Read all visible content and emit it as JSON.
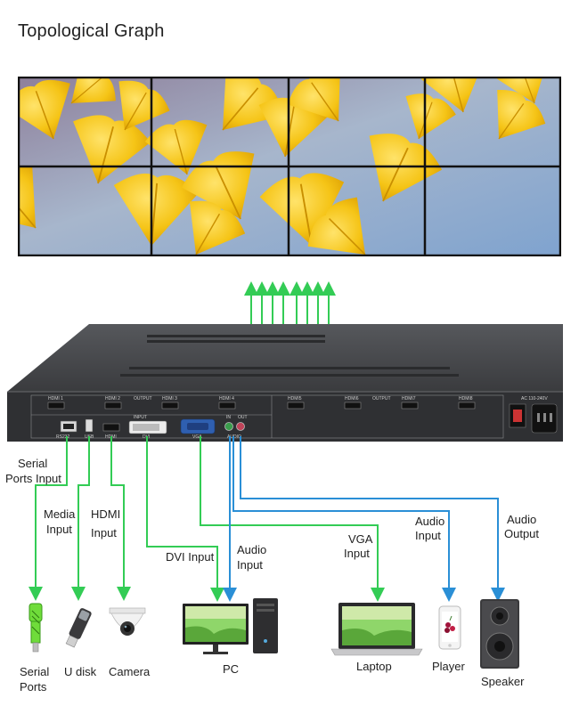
{
  "title": "Topological Graph",
  "device": {
    "output_ports": [
      "HDMI 1",
      "HDMI 2",
      "HDMI 3",
      "HDMI 4",
      "HDMI5",
      "HDMI6",
      "HDMI7",
      "HDMI8"
    ],
    "output_group_label": "OUTPUT",
    "input_group_label": "INPUT",
    "input_ports": [
      "RS232",
      "USB",
      "HDMI",
      "DVI",
      "VGA",
      "IN",
      "OUT"
    ],
    "audio_label": "AUDIO",
    "power_label": "AC 110-240V"
  },
  "connections": [
    {
      "label_lines": [
        "Serial",
        "Ports Input"
      ],
      "color": "#33cc55"
    },
    {
      "label_lines": [
        "Media",
        "Input"
      ],
      "color": "#33cc55"
    },
    {
      "label_lines": [
        "HDMI",
        "Input"
      ],
      "color": "#33cc55"
    },
    {
      "label_lines": [
        "DVI Input"
      ],
      "color": "#33cc55"
    },
    {
      "label_lines": [
        "Audio",
        "Input"
      ],
      "color": "#2a8fd6"
    },
    {
      "label_lines": [
        "VGA",
        "Input"
      ],
      "color": "#33cc55"
    },
    {
      "label_lines": [
        "Audio",
        "Input"
      ],
      "color": "#2a8fd6"
    },
    {
      "label_lines": [
        "Audio",
        "Output"
      ],
      "color": "#2a8fd6"
    }
  ],
  "devices": [
    {
      "label_lines": [
        "Serial",
        "Ports"
      ],
      "icon": "serial-cable-icon"
    },
    {
      "label_lines": [
        "U disk"
      ],
      "icon": "usb-drive-icon"
    },
    {
      "label_lines": [
        "Camera"
      ],
      "icon": "dome-camera-icon"
    },
    {
      "label_lines": [
        "PC"
      ],
      "icon": "desktop-pc-icon"
    },
    {
      "label_lines": [
        "Laptop"
      ],
      "icon": "laptop-icon"
    },
    {
      "label_lines": [
        "Player"
      ],
      "icon": "media-player-icon"
    },
    {
      "label_lines": [
        "Speaker"
      ],
      "icon": "speaker-icon"
    }
  ],
  "colors": {
    "green": "#33cc55",
    "blue": "#2a8fd6",
    "device_body": "#2f3033"
  }
}
